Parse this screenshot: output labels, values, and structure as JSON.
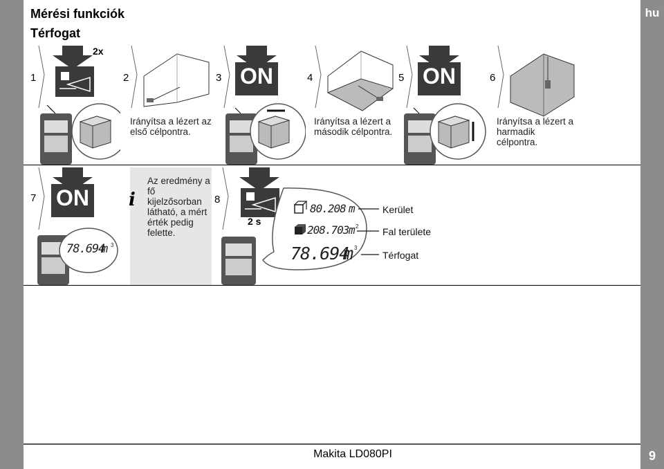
{
  "header": {
    "title": "Mérési funkciók",
    "subtitle": "Térfogat",
    "language_tab": "hu"
  },
  "steps": [
    {
      "number": "1",
      "press_count": "2x"
    },
    {
      "number": "2",
      "caption": "Irányítsa a lézert az első célpontra."
    },
    {
      "number": "3",
      "button": "ON"
    },
    {
      "number": "4",
      "caption": "Irányítsa a lézert a második célpontra."
    },
    {
      "number": "5",
      "button": "ON"
    },
    {
      "number": "6",
      "caption": "Irányítsa a lézert a harmadik célpontra."
    },
    {
      "number": "7",
      "button": "ON",
      "display_value": "78.694",
      "display_unit": "m",
      "display_exp": "3"
    },
    {
      "number": "8",
      "hold_time": "2 s"
    }
  ],
  "note": {
    "text": "Az eredmény a fő kijelzősorban látható, a mért érték pedig felette."
  },
  "results": [
    {
      "value": "80.208",
      "unit": "m",
      "exp": "",
      "label": "Kerület"
    },
    {
      "value": "208.703",
      "unit": "m",
      "exp": "2",
      "label": "Fal területe"
    },
    {
      "value": "78.694",
      "unit": "m",
      "exp": "3",
      "label": "Térfogat"
    }
  ],
  "footer": {
    "model": "Makita LD080PI",
    "page_number": "9"
  },
  "colors": {
    "side_bar": "#8c8c8c",
    "note_background": "#e6e6e6",
    "dark_icon": "#3a3a3a"
  }
}
